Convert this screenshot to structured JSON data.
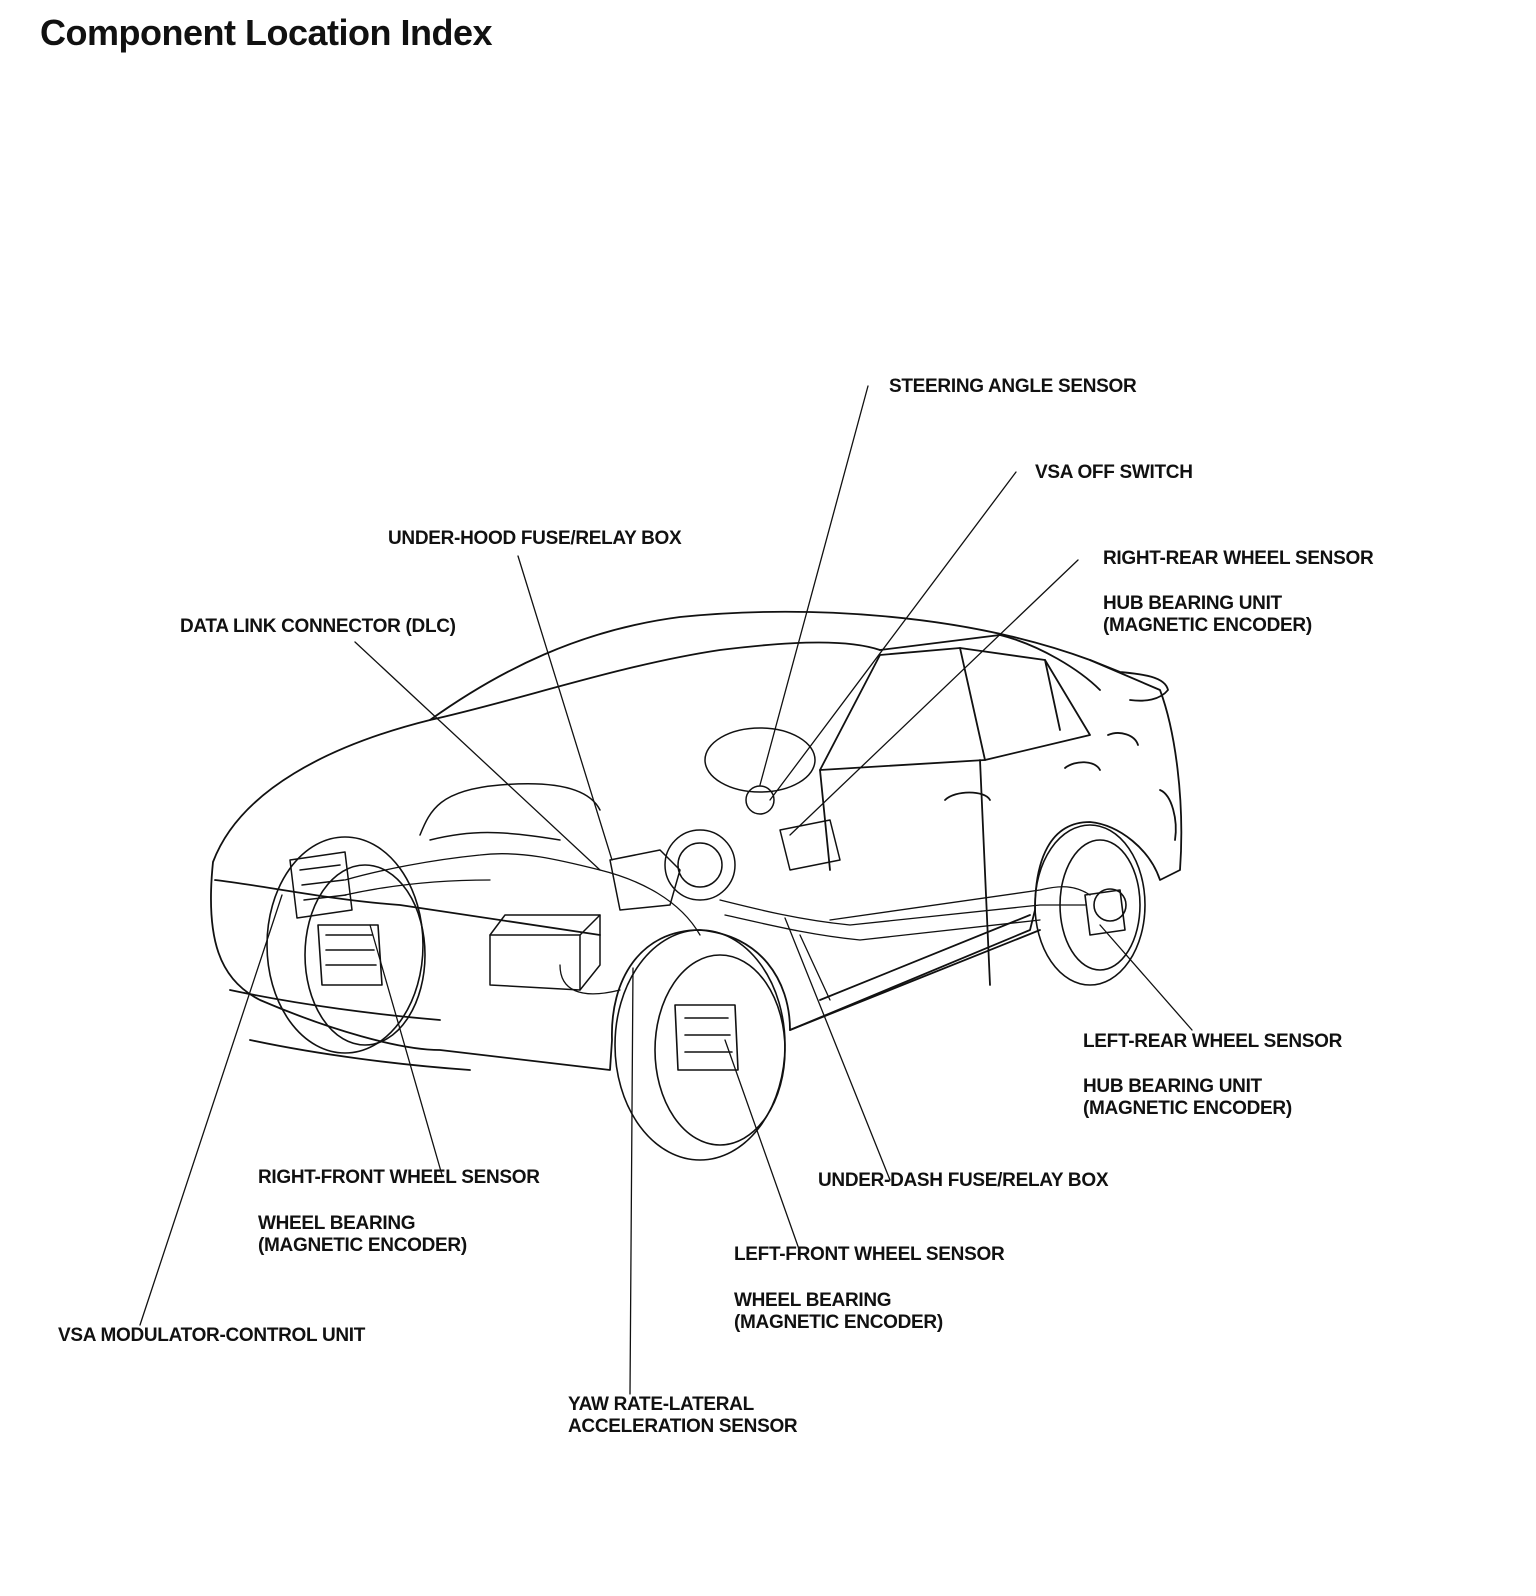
{
  "page": {
    "title": "Component Location Index"
  },
  "labels": {
    "steering_angle_sensor": "STEERING ANGLE SENSOR",
    "vsa_off_switch": "VSA OFF SWITCH",
    "under_hood_fuse_relay_box": "UNDER-HOOD FUSE/RELAY BOX",
    "right_rear_wheel_sensor": "RIGHT-REAR WHEEL SENSOR",
    "right_rear_hub_bearing": "HUB BEARING UNIT\n(MAGNETIC ENCODER)",
    "data_link_connector": "DATA LINK CONNECTOR (DLC)",
    "left_rear_wheel_sensor": "LEFT-REAR WHEEL SENSOR",
    "left_rear_hub_bearing": "HUB BEARING UNIT\n(MAGNETIC ENCODER)",
    "right_front_wheel_sensor": "RIGHT-FRONT WHEEL SENSOR",
    "right_front_wheel_bearing": "WHEEL BEARING\n(MAGNETIC ENCODER)",
    "under_dash_fuse_relay_box": "UNDER-DASH FUSE/RELAY BOX",
    "left_front_wheel_sensor": "LEFT-FRONT WHEEL SENSOR",
    "left_front_wheel_bearing": "WHEEL BEARING\n(MAGNETIC ENCODER)",
    "vsa_modulator_control_unit": "VSA MODULATOR-CONTROL UNIT",
    "yaw_rate_sensor": "YAW RATE-LATERAL\nACCELERATION SENSOR"
  }
}
